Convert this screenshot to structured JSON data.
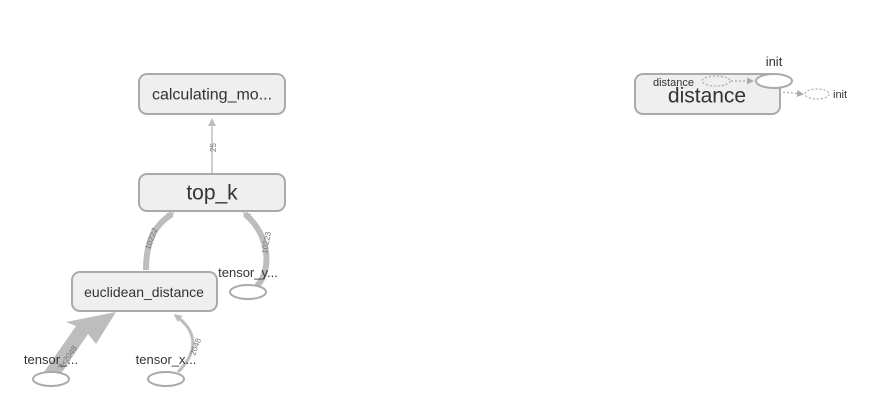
{
  "graph": {
    "nodes": {
      "calculating": "calculating_mo...",
      "top_k": "top_k",
      "euclidean": "euclidean_distance",
      "distance": "distance"
    },
    "ops": {
      "tensor_x_a": "tensor_...",
      "tensor_x_b": "tensor_x...",
      "tensor_y": "tensor_y...",
      "init_top": "init",
      "init_right": "init"
    },
    "edges": {
      "topk_to_calc": "25",
      "eucl_to_topk": "10222",
      "tensory_to_topk": "10223",
      "tensorxa_to_eucl": "?×2048",
      "tensorxb_to_eucl": "2048"
    },
    "distance_inner": {
      "label": "distance"
    }
  },
  "colors": {
    "node_fill": "#efefef",
    "node_stroke": "#aaaaaa",
    "edge": "#bdbdbd"
  }
}
